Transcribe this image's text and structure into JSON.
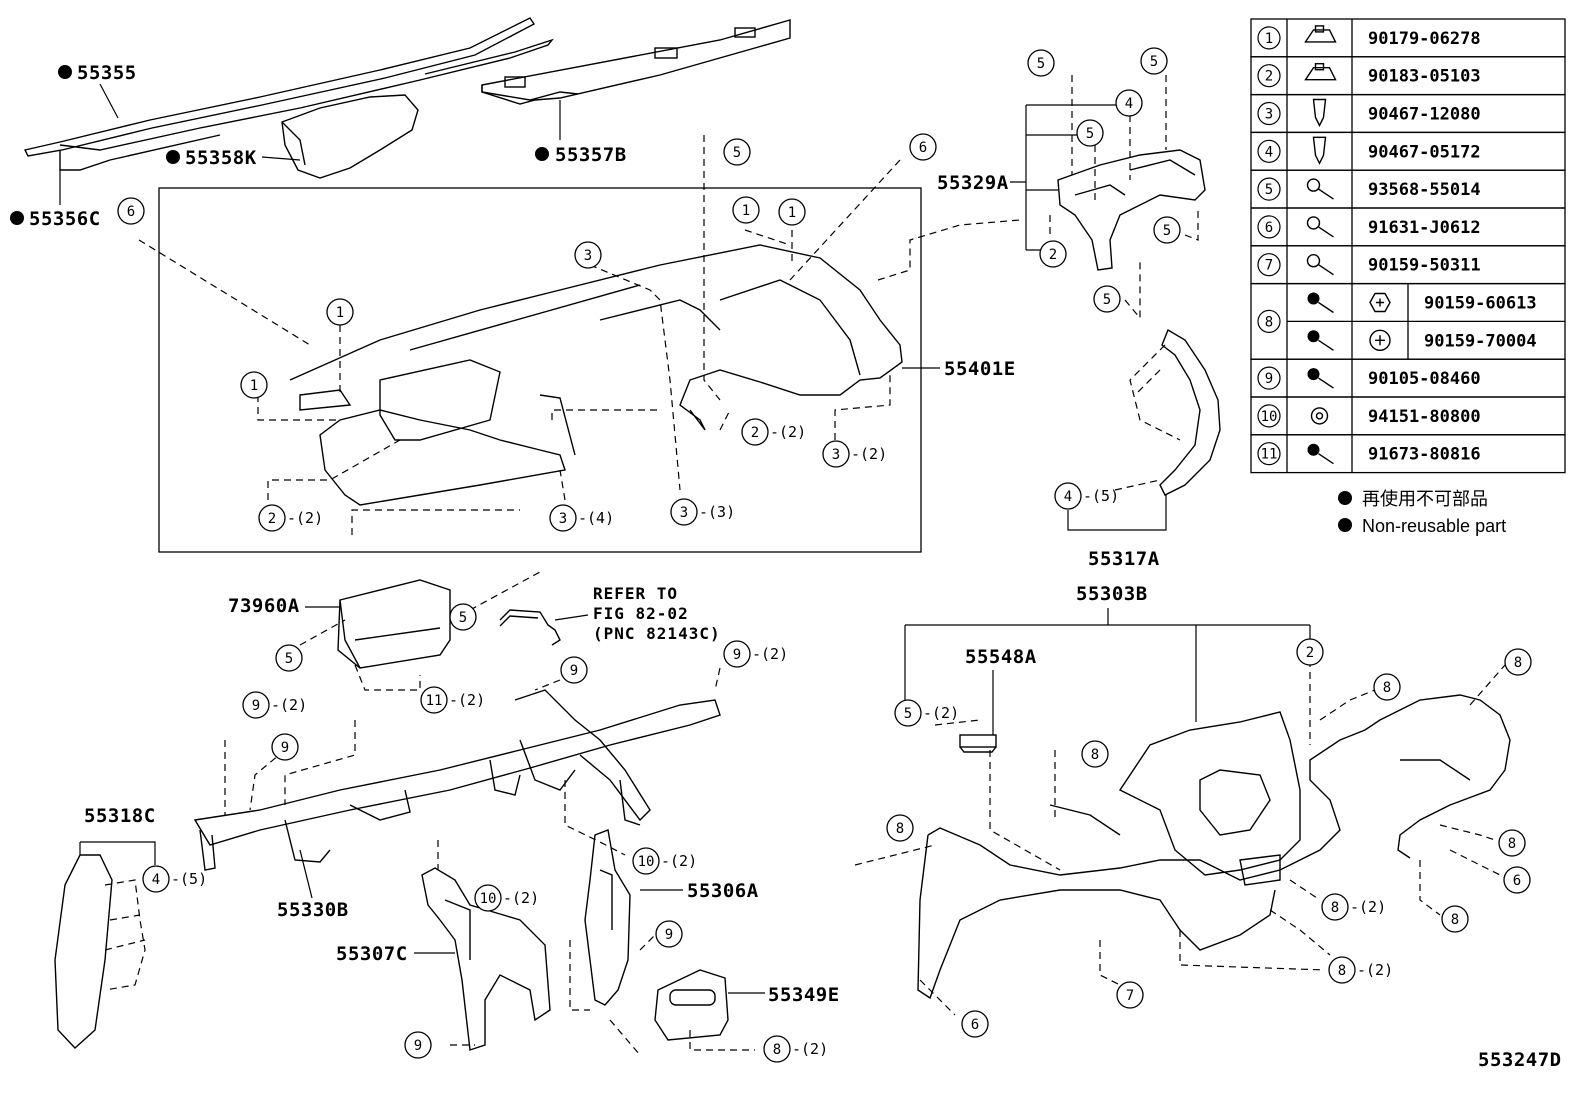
{
  "labels": {
    "p55355": "55355",
    "p55356c": "55356C",
    "p55358k": "55358K",
    "p55357b": "55357B",
    "p55329a": "55329A",
    "p55401e": "55401E",
    "p55317a": "55317A",
    "p55303b": "55303B",
    "p73960a": "73960A",
    "p55548a": "55548A",
    "p55318c": "55318C",
    "p55330b": "55330B",
    "p55307c": "55307C",
    "p55306a": "55306A",
    "p55349e": "55349E",
    "refer1": "REFER TO",
    "refer2": "FIG 82-02",
    "refer3": "(PNC 82143C)",
    "figure_id": "553247D"
  },
  "callouts": {
    "c1": "1",
    "c2": "2",
    "c3": "3",
    "c4": "4",
    "c5": "5",
    "c6": "6",
    "c7": "7",
    "c8": "8",
    "c9": "9",
    "c10": "10",
    "c11": "11",
    "q2": "-(2)",
    "q3": "-(3)",
    "q4": "-(4)",
    "q5": "-(5)"
  },
  "fastener_table": [
    {
      "num": "1",
      "part": "90179-06278",
      "icon": "clip-nut-icon"
    },
    {
      "num": "2",
      "part": "90183-05103",
      "icon": "clip-nut-icon"
    },
    {
      "num": "3",
      "part": "90467-12080",
      "icon": "clip-icon"
    },
    {
      "num": "4",
      "part": "90467-05172",
      "icon": "clip-icon"
    },
    {
      "num": "5",
      "part": "93568-55014",
      "icon": "screw-icon"
    },
    {
      "num": "6",
      "part": "91631-J0612",
      "icon": "screw-icon"
    },
    {
      "num": "7",
      "part": "90159-50311",
      "icon": "screw-icon"
    },
    {
      "num": "8",
      "part": "90159-60613",
      "part_b": "90159-70004",
      "icon": "bolt-icon",
      "head_a": "hex-head-icon",
      "head_b": "cross-head-icon"
    },
    {
      "num": "9",
      "part": "90105-08460",
      "icon": "bolt-icon"
    },
    {
      "num": "10",
      "part": "94151-80800",
      "icon": "nut-icon"
    },
    {
      "num": "11",
      "part": "91673-80816",
      "icon": "bolt-icon"
    }
  ],
  "legend": {
    "jp": "再使用不可部品",
    "en": "Non-reusable part"
  }
}
